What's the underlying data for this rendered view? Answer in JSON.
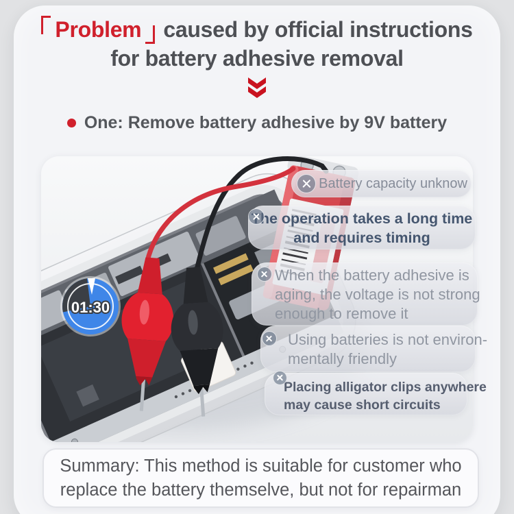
{
  "colors": {
    "page_bg": "#e1e2e4",
    "card_bg": "#f3f4f7",
    "accent_red": "#d0202c",
    "title_gray": "#4e5055",
    "callout_light_text": "#9096a1",
    "callout_dark_text": "#45566f",
    "timer_blue": "#3f86e8"
  },
  "icons": {
    "header_brackets": "corner-brackets",
    "header_chevron": "double-chevron-down",
    "intro_bullet": "red-dot",
    "callout_marker": "x-circle"
  },
  "header": {
    "highlight": "Problem",
    "rest_line1": "caused by official instructions",
    "line2": "for battery adhesive removal"
  },
  "intro": {
    "text": "One: Remove battery adhesive by 9V battery"
  },
  "figure": {
    "timer": {
      "value": "01:30"
    },
    "photo_subject": "iphone-teardown-with-9v-battery-and-alligator-clips",
    "callouts": [
      {
        "style": "light",
        "lines": [
          "Battery capacity unknow"
        ]
      },
      {
        "style": "dark",
        "lines": [
          "The operation takes a long time",
          "and requires timing"
        ]
      },
      {
        "style": "light",
        "lines": [
          "When the battery adhesive is",
          "aging, the voltage is not strong",
          "enough to remove it"
        ]
      },
      {
        "style": "light",
        "lines": [
          "Using batteries is not environ-",
          "mentally friendly"
        ]
      },
      {
        "style": "dark",
        "lines": [
          "Placing alligator clips anywhere",
          "may cause short circuits"
        ]
      }
    ]
  },
  "summary": {
    "lines": [
      "Summary: This method is suitable for customer who",
      "replace the battery themselve, but not for repairman"
    ]
  }
}
